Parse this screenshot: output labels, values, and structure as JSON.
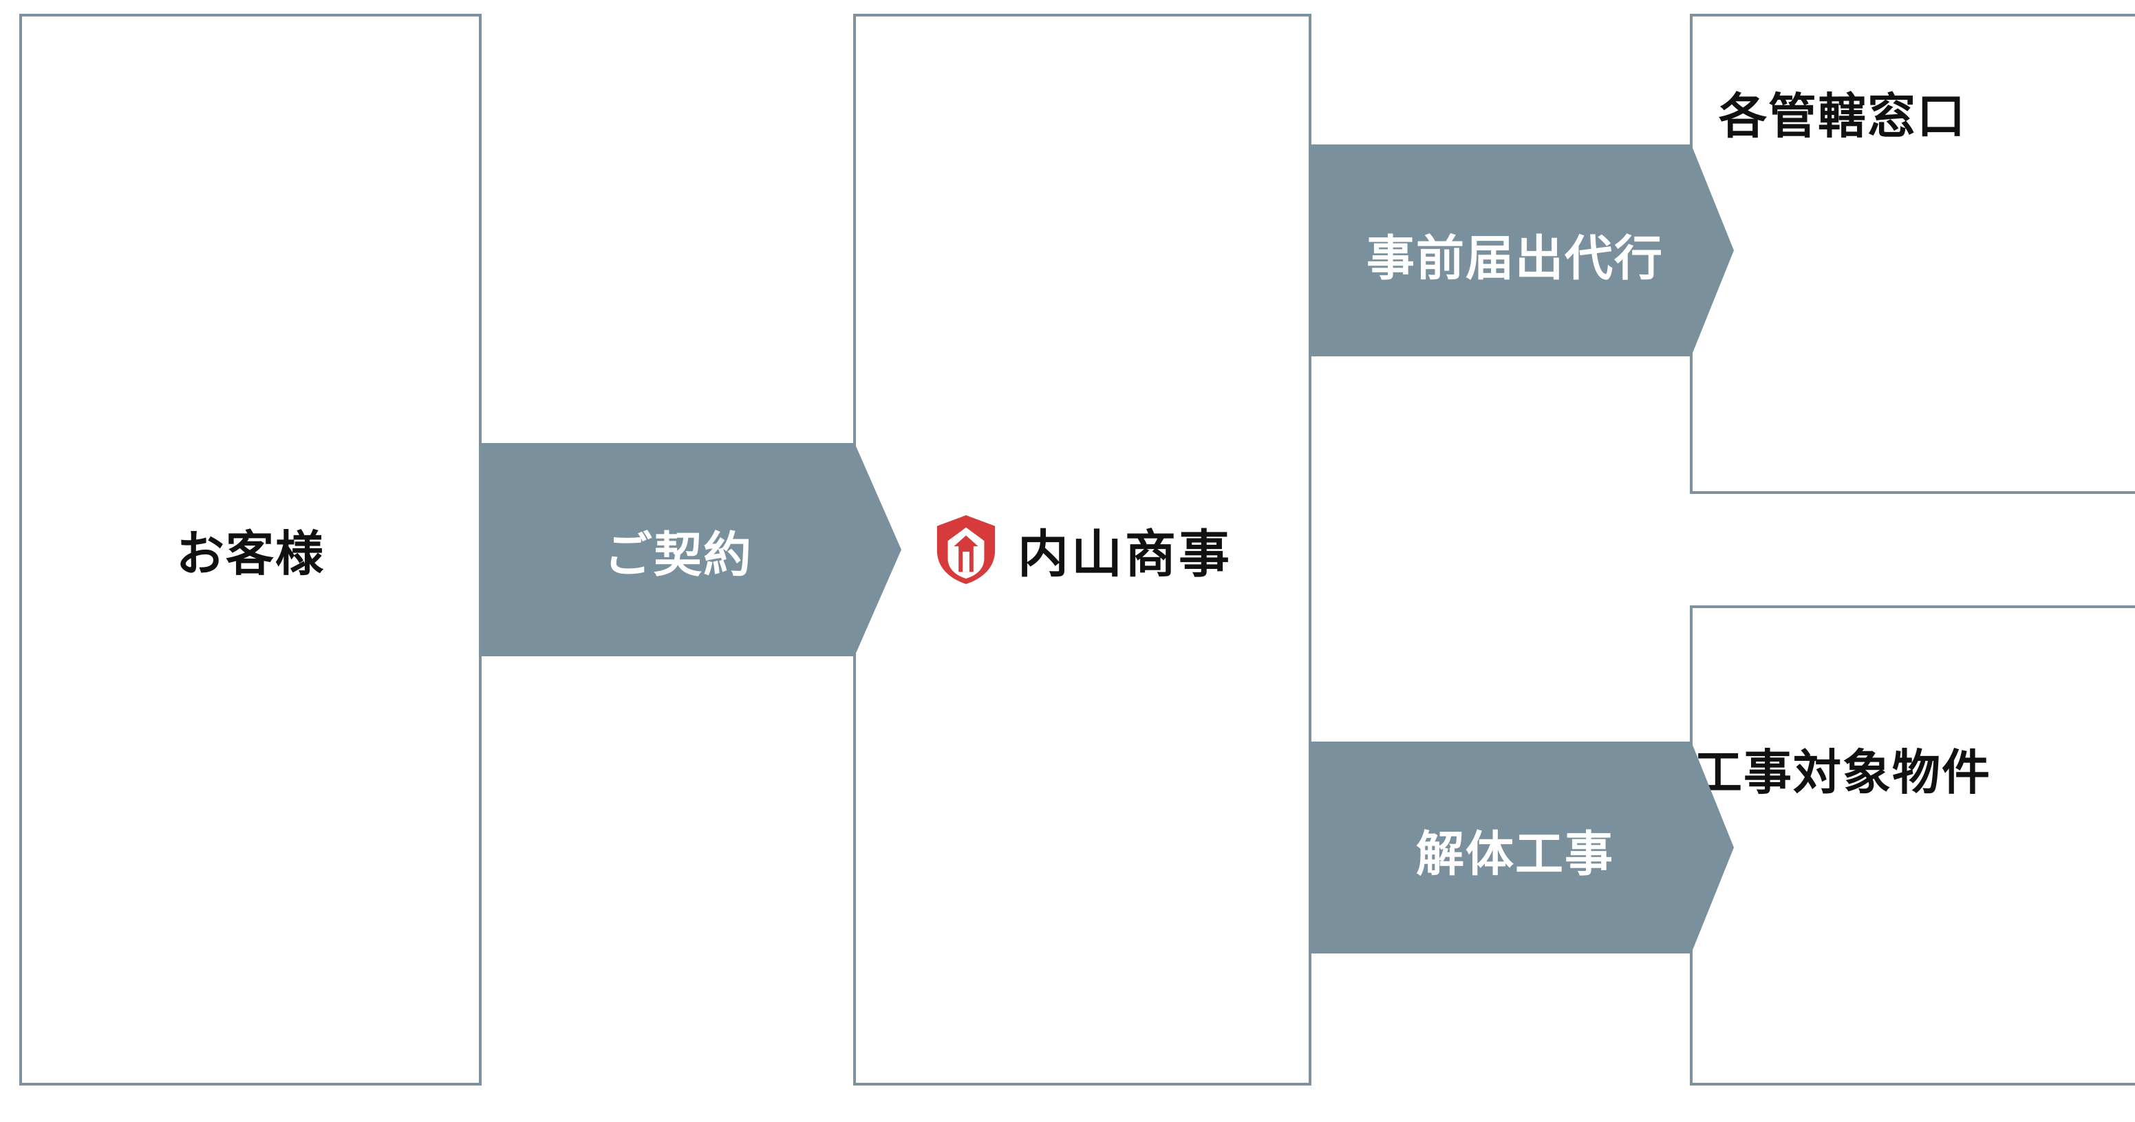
{
  "diagram": {
    "customer": {
      "label": "お客様"
    },
    "contract_arrow": {
      "label": "ご契約"
    },
    "company": {
      "logo": "shield-logo",
      "name": "内山商事",
      "logo_color": "#d63a3a"
    },
    "notification_arrow": {
      "label": "事前届出代行"
    },
    "authority": {
      "label": "各管轄窓口"
    },
    "demolition_arrow": {
      "label": "解体工事"
    },
    "property": {
      "label": "工事対象物件"
    }
  },
  "colors": {
    "border": "#7d919e",
    "arrow_fill": "#7a909d",
    "text": "#111111",
    "arrow_text": "#ffffff"
  }
}
